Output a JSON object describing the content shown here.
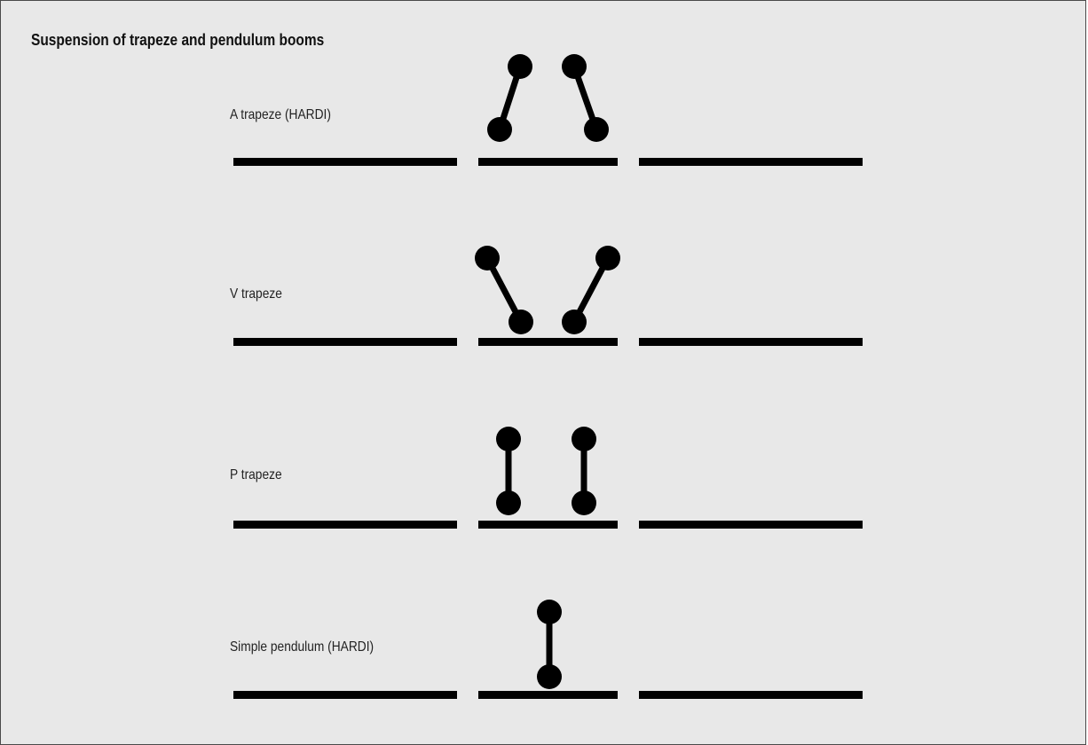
{
  "title": "Suspension of trapeze and pendulum booms",
  "rows": [
    {
      "label": "A trapeze (HARDI)"
    },
    {
      "label": "V trapeze"
    },
    {
      "label": "P trapeze"
    },
    {
      "label": "Simple pendulum (HARDI)"
    }
  ],
  "colors": {
    "background": "#e8e8e8",
    "ink": "#000000",
    "border": "#4a4a4a"
  }
}
